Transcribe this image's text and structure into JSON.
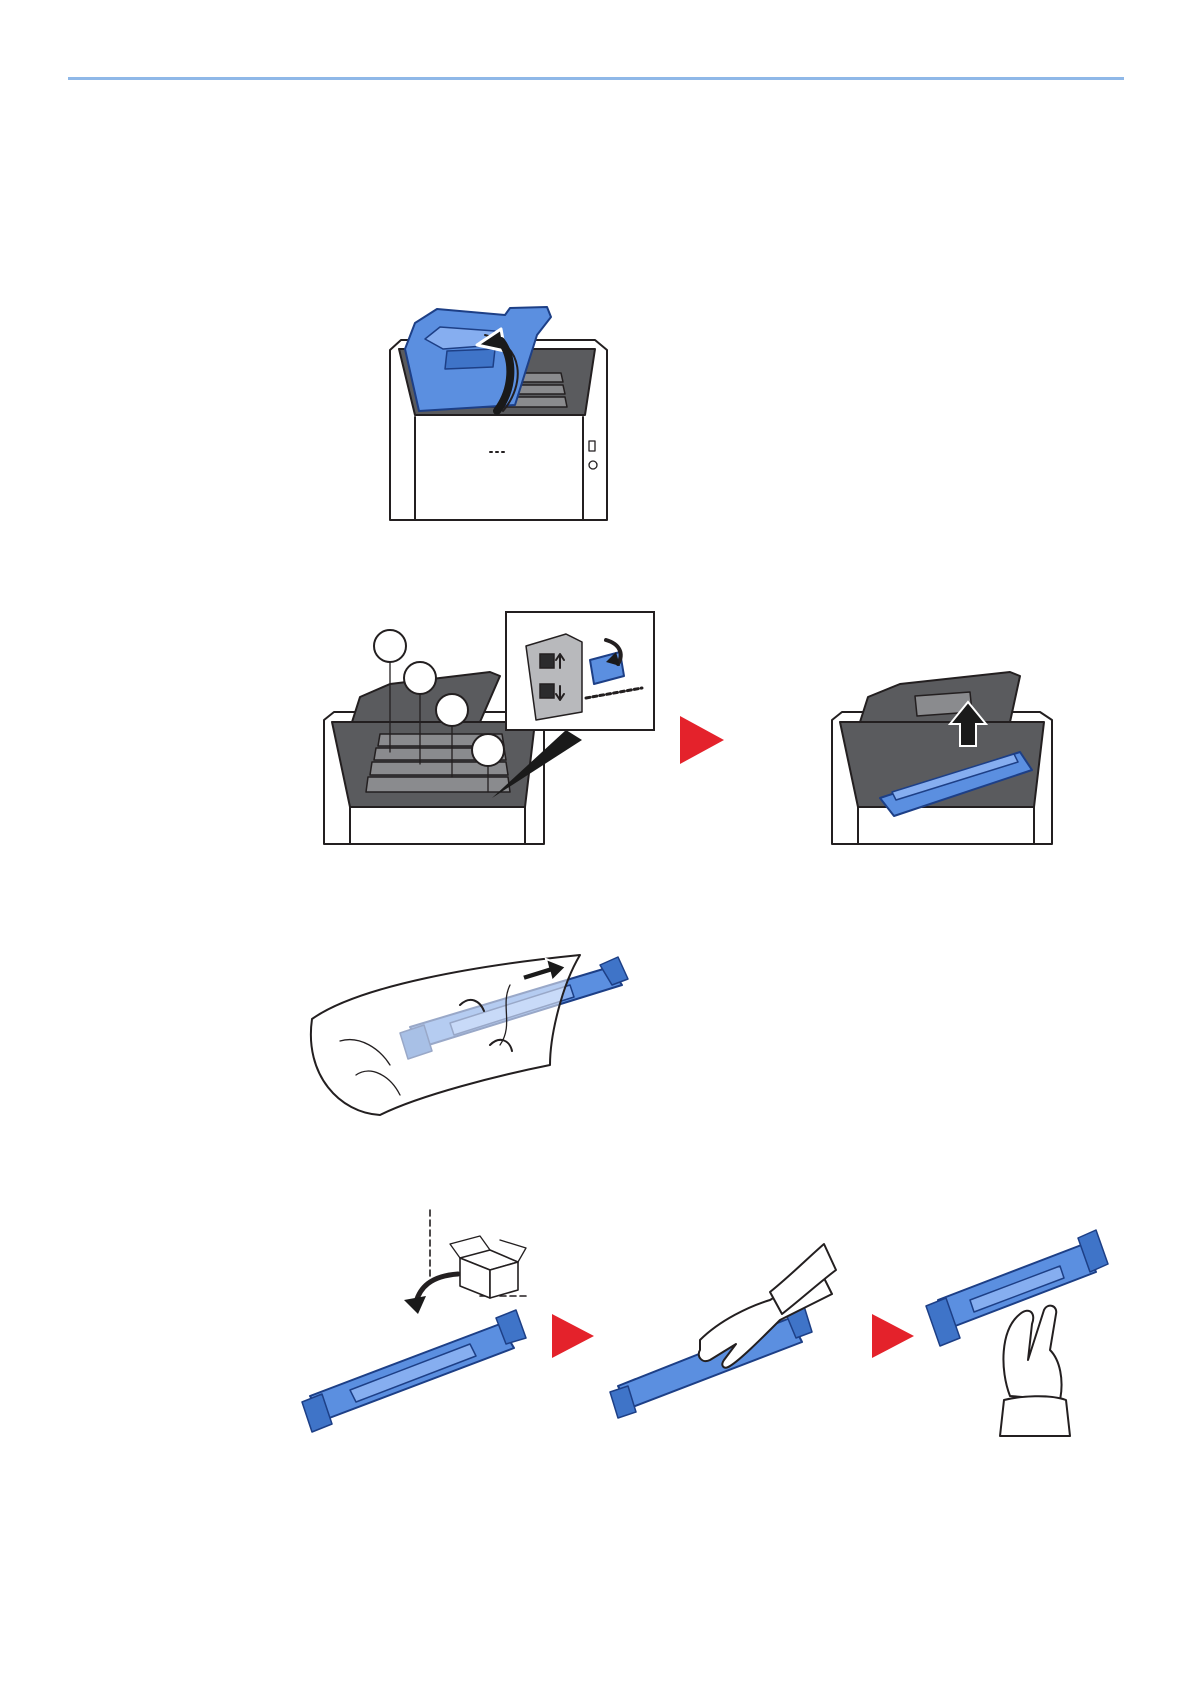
{
  "colors": {
    "header_rule": "#8fb8e8",
    "toner_blue": "#5b8fe0",
    "step_arrow_red": "#e4222b",
    "printer_grey": "#5a5b5e"
  },
  "figures": [
    {
      "name": "open-top-cover",
      "icon": "printer-open-cover"
    },
    {
      "name": "remove-toner-container",
      "icon": "printer-toner-release"
    },
    {
      "name": "unpack-new-toner",
      "icon": "toner-in-bag"
    },
    {
      "name": "shake-new-toner",
      "icon": "toner-shake-steps"
    }
  ],
  "step_arrow_icon": "triangle-right-icon"
}
